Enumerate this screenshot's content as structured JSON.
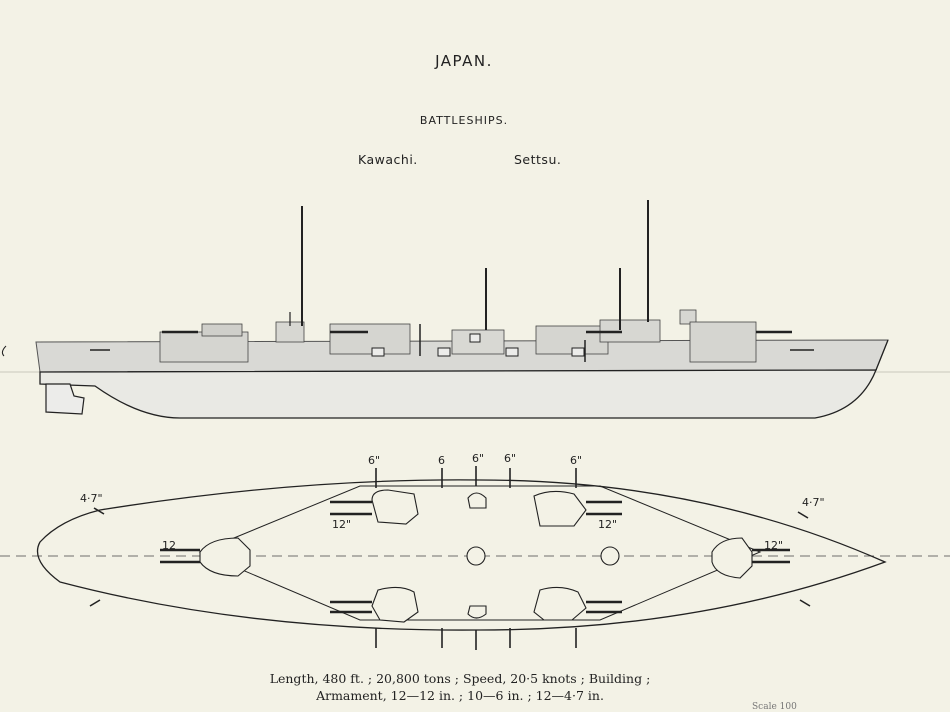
{
  "header": {
    "country": "JAPAN.",
    "section": "BATTLESHIPS.",
    "ship_names": [
      "Kawachi.",
      "Settsu."
    ]
  },
  "deck_plan": {
    "gun_labels": [
      "6\"",
      "6",
      "6\"",
      "6\"",
      "6\"",
      "4·7\"",
      "4·7\"",
      "12\"",
      "12\"",
      "12",
      "12\""
    ]
  },
  "caption": {
    "line1": "Length, 480 ft. ; 20,800 tons ; Speed, 20·5 knots ; Building ;",
    "line2": "Armament, 12—12 in. ; 10—6 in. ; 12—4·7 in."
  },
  "corner_note": "Scale 100"
}
